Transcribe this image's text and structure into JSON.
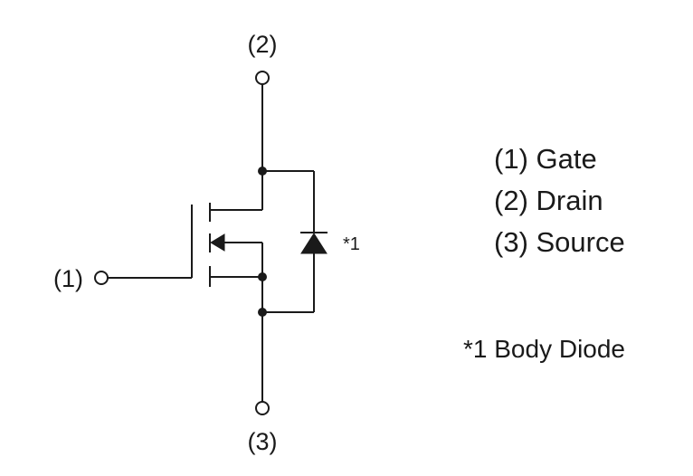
{
  "diagram": {
    "pins": {
      "drain_label": "(2)",
      "gate_label": "(1)",
      "source_label": "(3)"
    },
    "note_marker": "*1",
    "legend": {
      "items": [
        "(1) Gate",
        "(2) Drain",
        "(3) Source"
      ],
      "note": "*1 Body Diode"
    }
  }
}
